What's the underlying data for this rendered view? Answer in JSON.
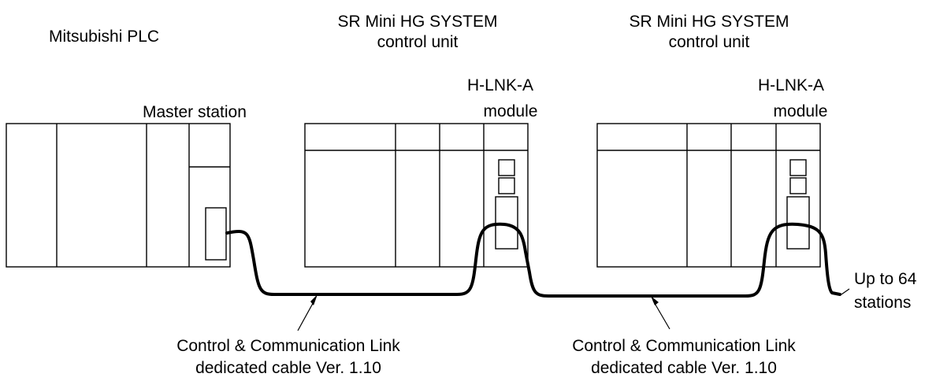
{
  "plc": {
    "title": "Mitsubishi PLC",
    "master_label": "Master station"
  },
  "control_units": [
    {
      "title_line1": "SR Mini HG SYSTEM",
      "title_line2": "control unit",
      "module_line1": "H-LNK-A",
      "module_line2": "module"
    },
    {
      "title_line1": "SR Mini HG SYSTEM",
      "title_line2": "control unit",
      "module_line1": "H-LNK-A",
      "module_line2": "module"
    }
  ],
  "cables": [
    {
      "label_line1": "Control & Communication Link",
      "label_line2": "dedicated cable Ver. 1.10"
    },
    {
      "label_line1": "Control & Communication Link",
      "label_line2": "dedicated cable Ver. 1.10"
    }
  ],
  "end_note": {
    "line1": "Up to 64",
    "line2": "stations"
  },
  "colors": {
    "line": "#000000",
    "background": "#ffffff"
  }
}
